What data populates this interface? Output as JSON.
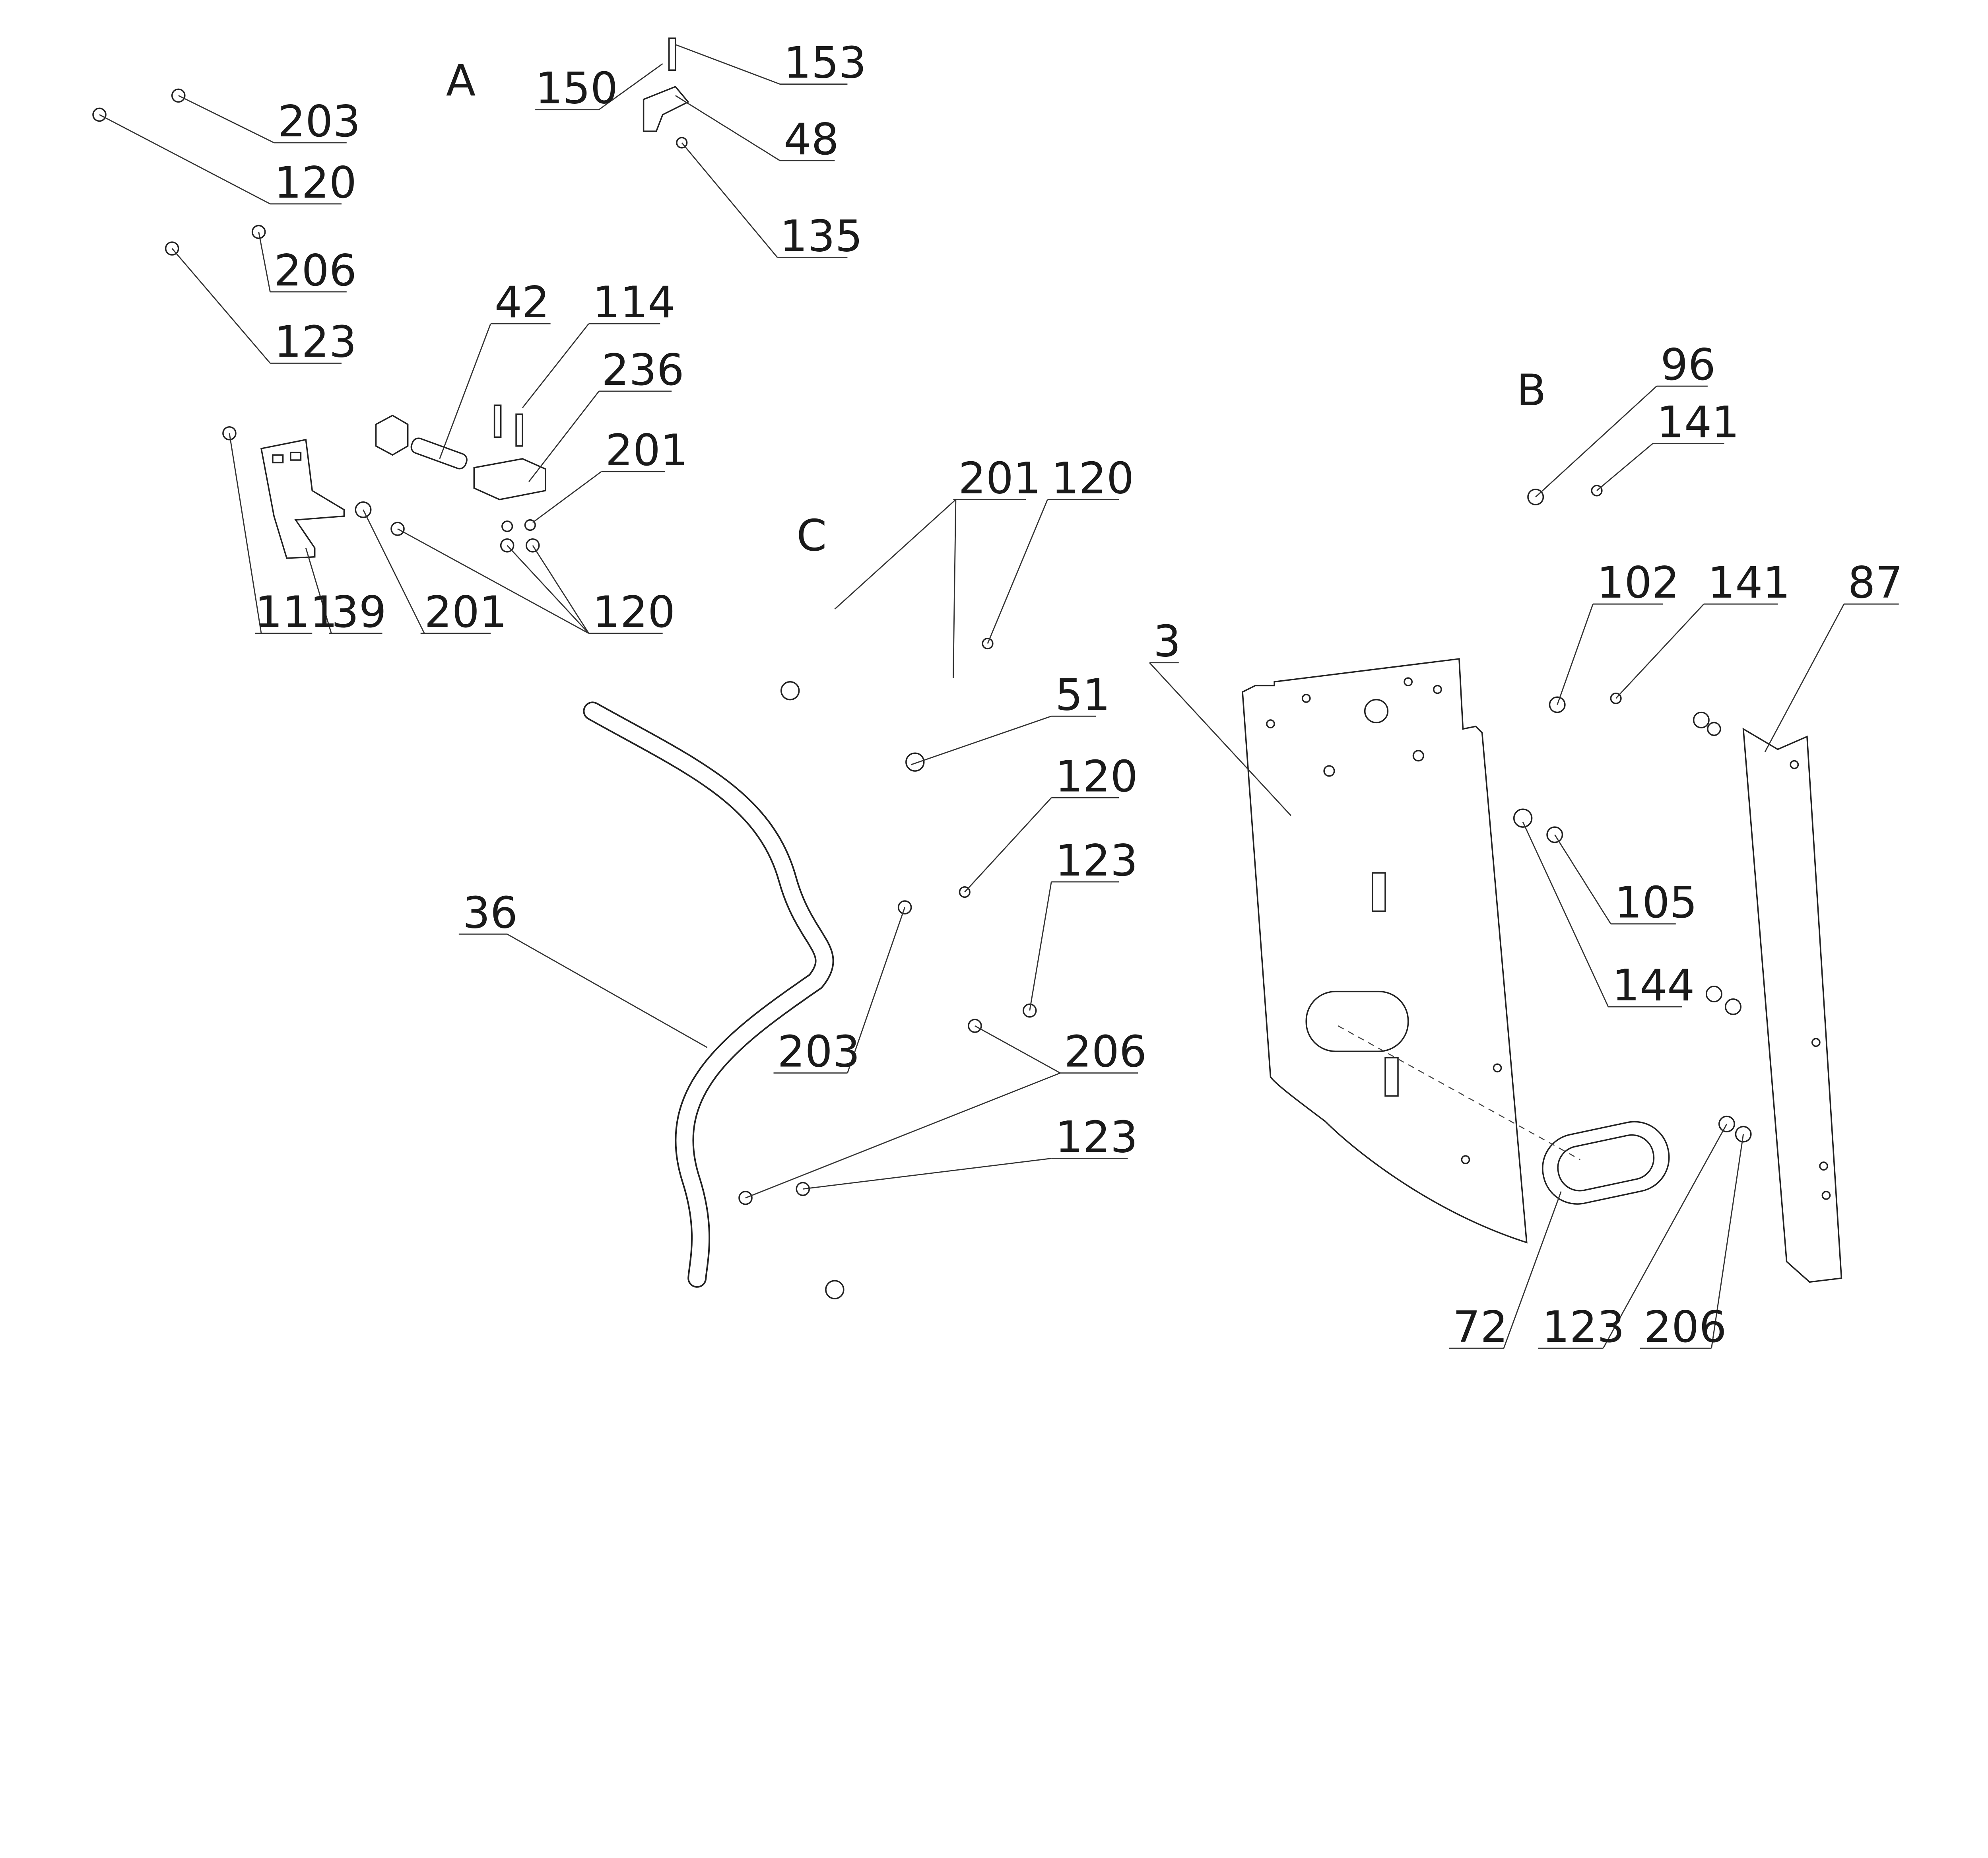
{
  "view_labels": [
    "A",
    "B",
    "C"
  ],
  "callouts": [
    "150",
    "153",
    "48",
    "135",
    "203",
    "120",
    "206",
    "123",
    "42",
    "114",
    "236",
    "201",
    "111",
    "39",
    "201",
    "120",
    "96",
    "141",
    "201",
    "120",
    "3",
    "102",
    "141",
    "87",
    "51",
    "120",
    "123",
    "36",
    "105",
    "144",
    "206",
    "203",
    "123",
    "72",
    "123",
    "206"
  ]
}
